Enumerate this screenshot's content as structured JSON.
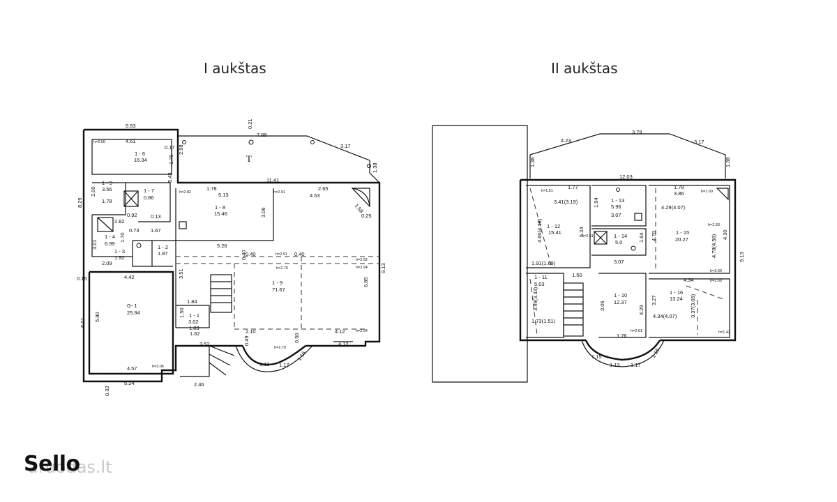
{
  "floors": [
    {
      "title": "I aukštas",
      "rooms": [
        {
          "id": "1 - 6",
          "area": "16.34"
        },
        {
          "id": "1 - 5",
          "area": "3.56"
        },
        {
          "id": "1 - 7",
          "area": "0.86"
        },
        {
          "id": "1 - 8",
          "area": "15.46"
        },
        {
          "id": "1 - 4",
          "area": "6.99"
        },
        {
          "id": "1 - 3",
          "area": "1.92"
        },
        {
          "id": "1 - 2",
          "area": "1.87"
        },
        {
          "id": "1 - 9",
          "area": "71.67"
        },
        {
          "id": "G- 1",
          "area": "25.94"
        },
        {
          "id": "1 - 1",
          "area": "3.02"
        }
      ],
      "terrace_label": "T",
      "dimensions": [
        "5.53",
        "4.61",
        "0.17",
        "2.98",
        "1.79",
        "5.43",
        "0.21",
        "7.88",
        "3.17",
        "1.38",
        "11.41",
        "1.78",
        "5.13",
        "2.65",
        "4.53",
        "1.58",
        "0.25",
        "8.29",
        "2.00",
        "1.78",
        "3.06",
        "2.82",
        "0.92",
        "0.13",
        "1.70",
        "0.73",
        "1.67",
        "3.01",
        "2.09",
        "0.15",
        "5.26",
        "0.40",
        "0.40",
        "0.40",
        "9.13",
        "6.85",
        "4.42",
        "3.51",
        "1.84",
        "1.50",
        "1.83",
        "1.62",
        "3.52",
        "2.10",
        "4.12",
        "4.12",
        "6.01",
        "5.80",
        "4.57",
        "5.24",
        "0.32",
        "2.46",
        "1.13",
        "1.17",
        "1.16",
        "0.49",
        "0.50"
      ],
      "heights": [
        "h=2.50",
        "h=2.82",
        "h=2.91",
        "h=2.91",
        "h=2.62",
        "h=2.94",
        "h=2.70",
        "h=2.94",
        "h=2.70",
        "h=3.06"
      ]
    },
    {
      "title": "II aukštas",
      "rooms": [
        {
          "id": "1 - 12",
          "area": "15.41"
        },
        {
          "id": "1 - 13",
          "area": "5.96"
        },
        {
          "id": "1 - 14",
          "area": "5.0"
        },
        {
          "id": "1 - 15",
          "area": "20.27"
        },
        {
          "id": "1 - 11",
          "area": "5.03"
        },
        {
          "id": "1 - 10",
          "area": "12.37"
        },
        {
          "id": "1 - 16",
          "area": "13.24"
        }
      ],
      "dimensions": [
        "4.23",
        "3.79",
        "3.17",
        "1.38",
        "1.38",
        "12.03",
        "1.77",
        "1.78",
        "3.86",
        "3.41(3.19)",
        "4.29(4.07)",
        "1.94",
        "3.07",
        "5.24",
        "1.64",
        "4.78",
        "4.30",
        "9.13",
        "4.60(4.38)",
        "4.78(4.56)",
        "1.91(1.69)",
        "1.50",
        "3.07",
        "4.34",
        "3.49(3.33)",
        "3.06",
        "3.27",
        "4.29",
        "4.34(4.07)",
        "3.37(3.05)",
        "1.73(1.51)",
        "1.76",
        "1.15",
        "1.13",
        "1.17",
        "1.16"
      ],
      "heights": [
        "h=1.51",
        "h=2.61",
        "h=1.60",
        "h=2.33",
        "h=2.60",
        "h=2.60",
        "h=2.61",
        "h=1.42"
      ]
    }
  ],
  "brand": {
    "name": "Sello",
    "watermark": "aruodas.lt"
  }
}
